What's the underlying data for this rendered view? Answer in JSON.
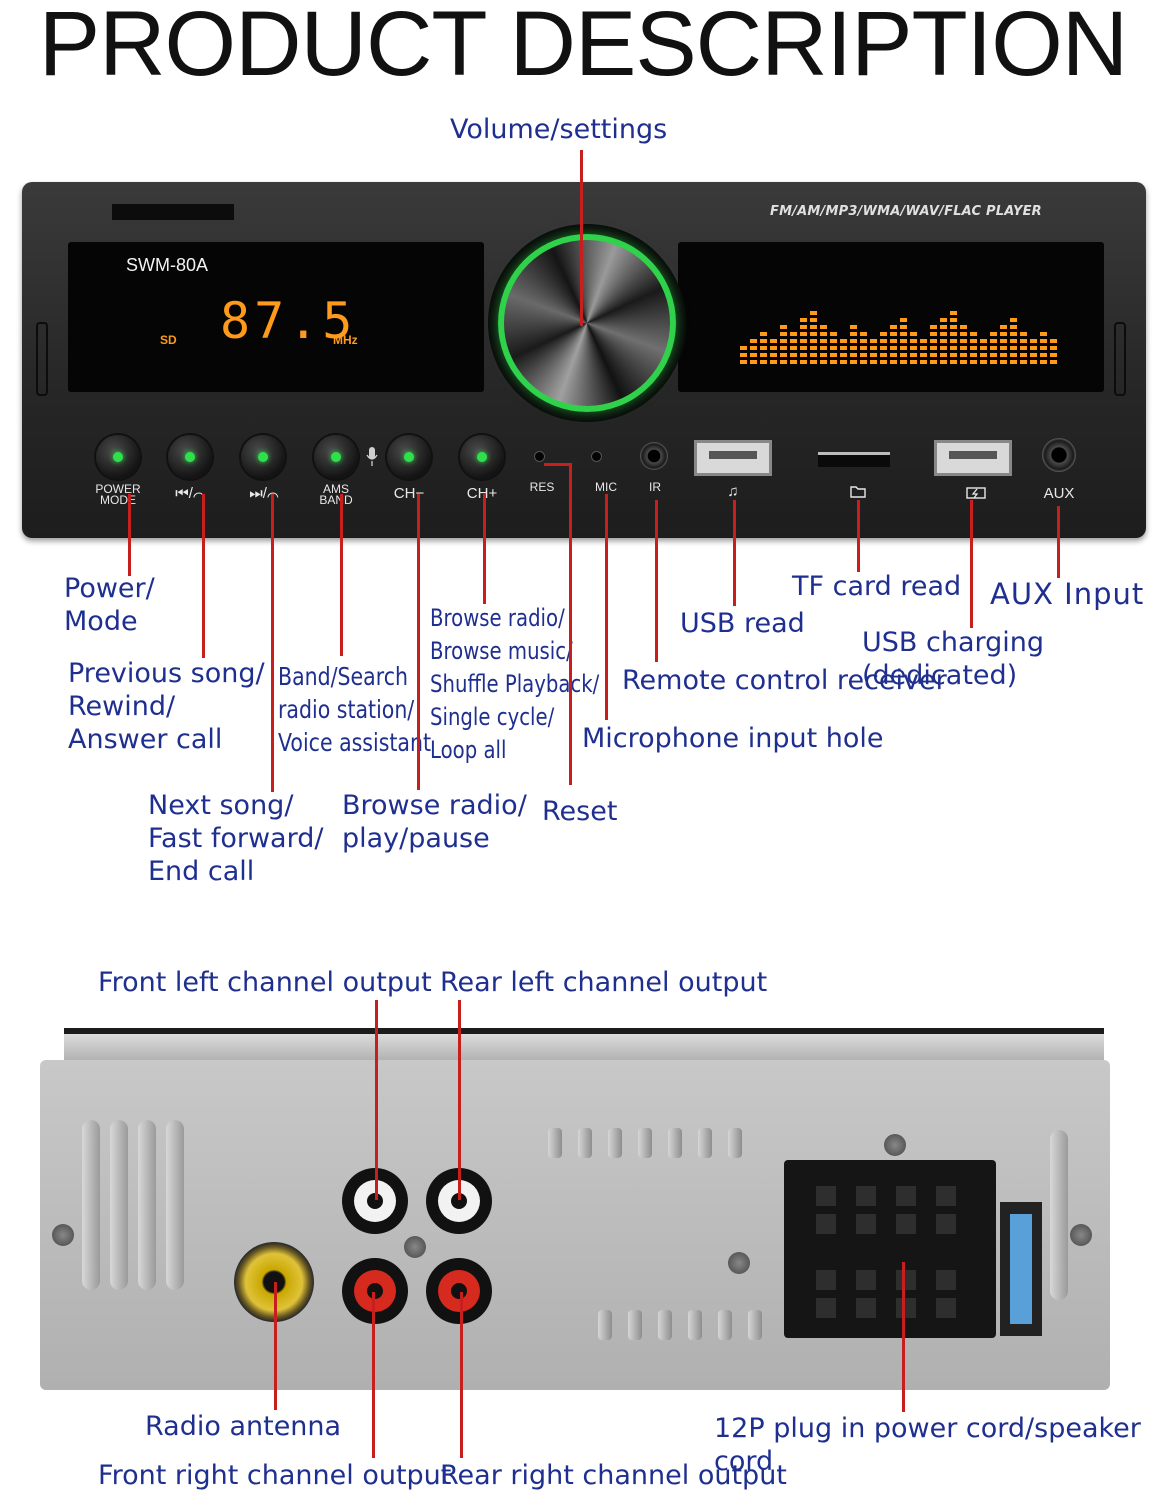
{
  "title": "PRODUCT DESCRIPTION",
  "front_panel": {
    "model": "SWM-80A",
    "frequency": "87.5",
    "freq_unit": "MHz",
    "source": "SD",
    "formats": "FM/AM/MP3/WMA/WAV/FLAC PLAYER",
    "buttons": {
      "power_mode": "POWER\nMODE",
      "prev": "⏮/⌒",
      "next": "⏭/⌒",
      "ams_band": "AMS\nBAND",
      "ch_minus": "CH−",
      "ch_plus": "CH+",
      "res": "RES",
      "mic": "MIC",
      "ir": "IR",
      "aux": "AUX"
    },
    "equalizer_levels": [
      3,
      4,
      5,
      4,
      6,
      5,
      7,
      8,
      6,
      5,
      4,
      6,
      5,
      4,
      5,
      6,
      7,
      5,
      4,
      6,
      7,
      8,
      6,
      5,
      4,
      5,
      6,
      7,
      5,
      4,
      5,
      4
    ]
  },
  "annotations": {
    "volume": "Volume/settings",
    "power": "Power/\nMode",
    "previous": "Previous song/\nRewind/\nAnswer call",
    "next": "Next song/\nFast forward/\nEnd call",
    "band": "Band/Search\nradio station/\nVoice assistant",
    "browse_play": "Browse radio/\nplay/pause",
    "browse_music": "Browse radio/\nBrowse music/\nShuffle Playback/\nSingle cycle/\nLoop all",
    "reset": "Reset",
    "mic_hole": "Microphone input hole",
    "remote": "Remote control receiver",
    "usb_read": "USB read",
    "tf_card": "TF card read",
    "usb_charging": "USB charging (dedicated)",
    "aux_input": "AUX Input",
    "front_left": "Front left channel output",
    "rear_left": "Rear left channel output",
    "radio_antenna": "Radio antenna",
    "front_right": "Front right channel output",
    "rear_right": "Rear right channel output",
    "plug_12p": "12P plug in power cord/speaker cord"
  },
  "colors": {
    "label_blue": "#1f2f8f",
    "pointer_red": "#c81e1e",
    "display_orange": "#ff9a1a",
    "button_green": "#2fe04c",
    "rca_white": "#f2f2f2",
    "rca_red": "#d62a1e"
  }
}
